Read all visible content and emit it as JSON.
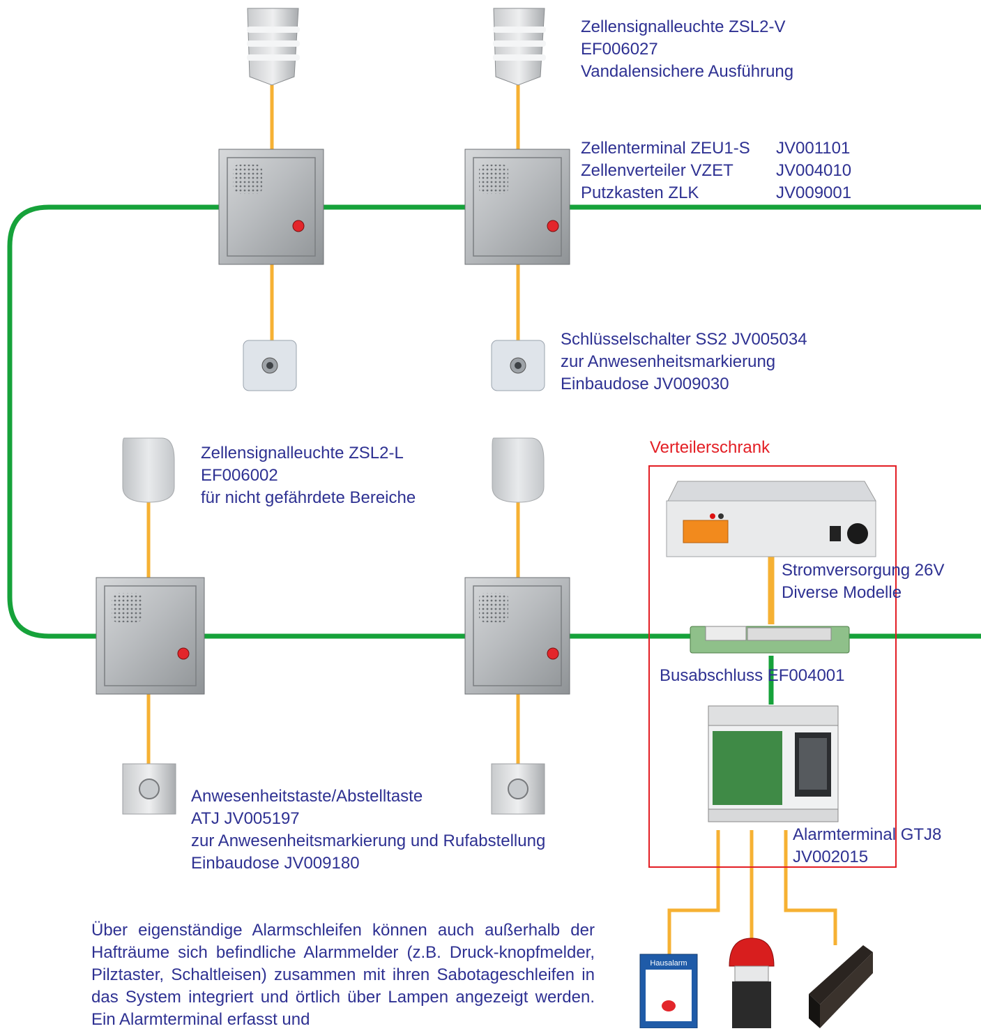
{
  "labels": {
    "zsl2v": {
      "name": "Zellensignalleuchte ZSL2-V",
      "code": "EF006027",
      "note": "Vandalensichere Ausführung"
    },
    "zeu": {
      "rows": [
        {
          "name": "Zellenterminal ZEU1-S",
          "code": "JV001101"
        },
        {
          "name": "Zellenverteiler VZET",
          "code": "JV004010"
        },
        {
          "name": "Putzkasten ZLK",
          "code": "JV009001"
        }
      ]
    },
    "ss2": {
      "line1": "Schlüsselschalter SS2 JV005034",
      "line2": "zur Anwesenheitsmarkierung",
      "line3": "Einbaudose JV009030"
    },
    "zsl2l": {
      "name": "Zellensignalleuchte ZSL2-L",
      "code": "EF006002",
      "note": "für nicht gefährdete Bereiche"
    },
    "verteiler": "Verteilerschrank",
    "strom": {
      "line1": "Stromversorgung 26V",
      "line2": "Diverse Modelle"
    },
    "bus": "Busabschluss EF004001",
    "alarm": {
      "line1": "Alarmterminal GTJ8",
      "line2": "JV002015"
    },
    "atj": {
      "line1": "Anwesenheitstaste/Abstelltaste",
      "line2": "ATJ JV005197",
      "line3": "zur Anwesenheitsmarkierung und Rufabstellung",
      "line4": "Einbaudose JV009180"
    },
    "hausalarm": "Hausalarm"
  },
  "paragraph": "Über eigenständige Alarmschleifen können auch außerhalb der Hafträume sich befindliche Alarmmelder (z.B. Druck-knopfmelder, Pilztaster, Schaltleisen) zusammen mit ihren Sabotageschleifen in das System integriert und örtlich über Lampen angezeigt werden. Ein Alarmterminal erfasst und",
  "colors": {
    "bus": "#16a23a",
    "wire": "#f6b133",
    "text": "#2e3192",
    "frame": "#e31e24"
  }
}
